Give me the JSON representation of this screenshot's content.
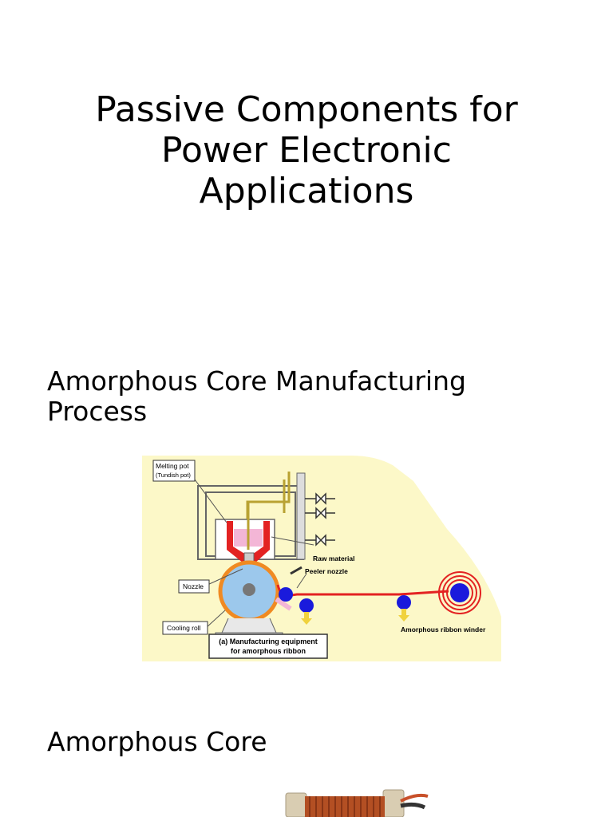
{
  "title_lines": [
    "Passive Components for",
    "Power Electronic",
    "Applications"
  ],
  "section1": {
    "heading_lines": [
      "Amorphous Core Manufacturing",
      "Process"
    ],
    "diagram": {
      "melting_pot": "Melting pot",
      "tundish_pot": "(Tundish pot)",
      "raw_material": "Raw material",
      "peeler_nozzle": "Peeler nozzle",
      "nozzle": "Nozzle",
      "cooling_roll": "Cooling roll",
      "ribbon_winder": "Amorphous ribbon winder",
      "caption_line1": "(a) Manufacturing equipment",
      "caption_line2": "for amorphous ribbon"
    }
  },
  "section2": {
    "heading": "Amorphous Core"
  },
  "colors": {
    "background": "#ffffff",
    "diagram_background": "#fcf8c8",
    "melt": "#f3b6d6",
    "crucible": "#e32222",
    "cooling_roll": "#9cc8ec",
    "cooling_roll_rim": "#f08a22",
    "ribbon": "#e32222",
    "rollers": "#1a1adc",
    "coil_copper": "#b34f23"
  }
}
